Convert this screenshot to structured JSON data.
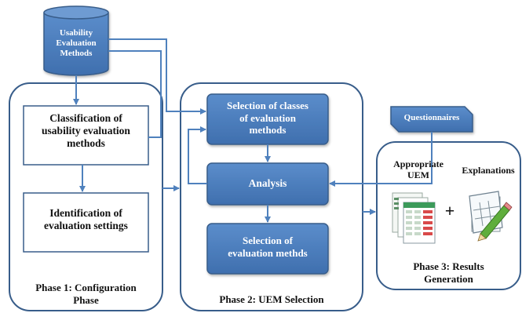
{
  "database": {
    "label": "Usability Evaluation Methods",
    "line1": "Usability",
    "line2": "Evaluation",
    "line3": "Methods"
  },
  "phase1": {
    "title_line1": "Phase 1: Configuration",
    "title_line2": "Phase",
    "box_classification": {
      "line1": "Classification of",
      "line2": "usability evaluation",
      "line3": "methods"
    },
    "box_identification": {
      "line1": "Identification of",
      "line2": "evaluation settings"
    }
  },
  "phase2": {
    "title": "Phase 2: UEM Selection",
    "box_selection_classes": {
      "line1": "Selection of classes",
      "line2": "of evaluation",
      "line3": "methods"
    },
    "box_analysis": {
      "label": "Analysis"
    },
    "box_selection_methods": {
      "line1": "Selection of",
      "line2": "evaluation methds"
    }
  },
  "questionnaires": {
    "label": "Questionnaires"
  },
  "phase3": {
    "appropriate_line1": "Appropriate",
    "appropriate_line2": "UEM",
    "plus": "+",
    "explanations": "Explanations",
    "title_line1": "Phase 3: Results",
    "title_line2": "Generation"
  },
  "colors": {
    "blue_fill": "#4F81BD",
    "blue_border": "#385D8A",
    "arrow": "#4F81BD",
    "text_dark": "#111111",
    "container_border": "#385D8A"
  }
}
